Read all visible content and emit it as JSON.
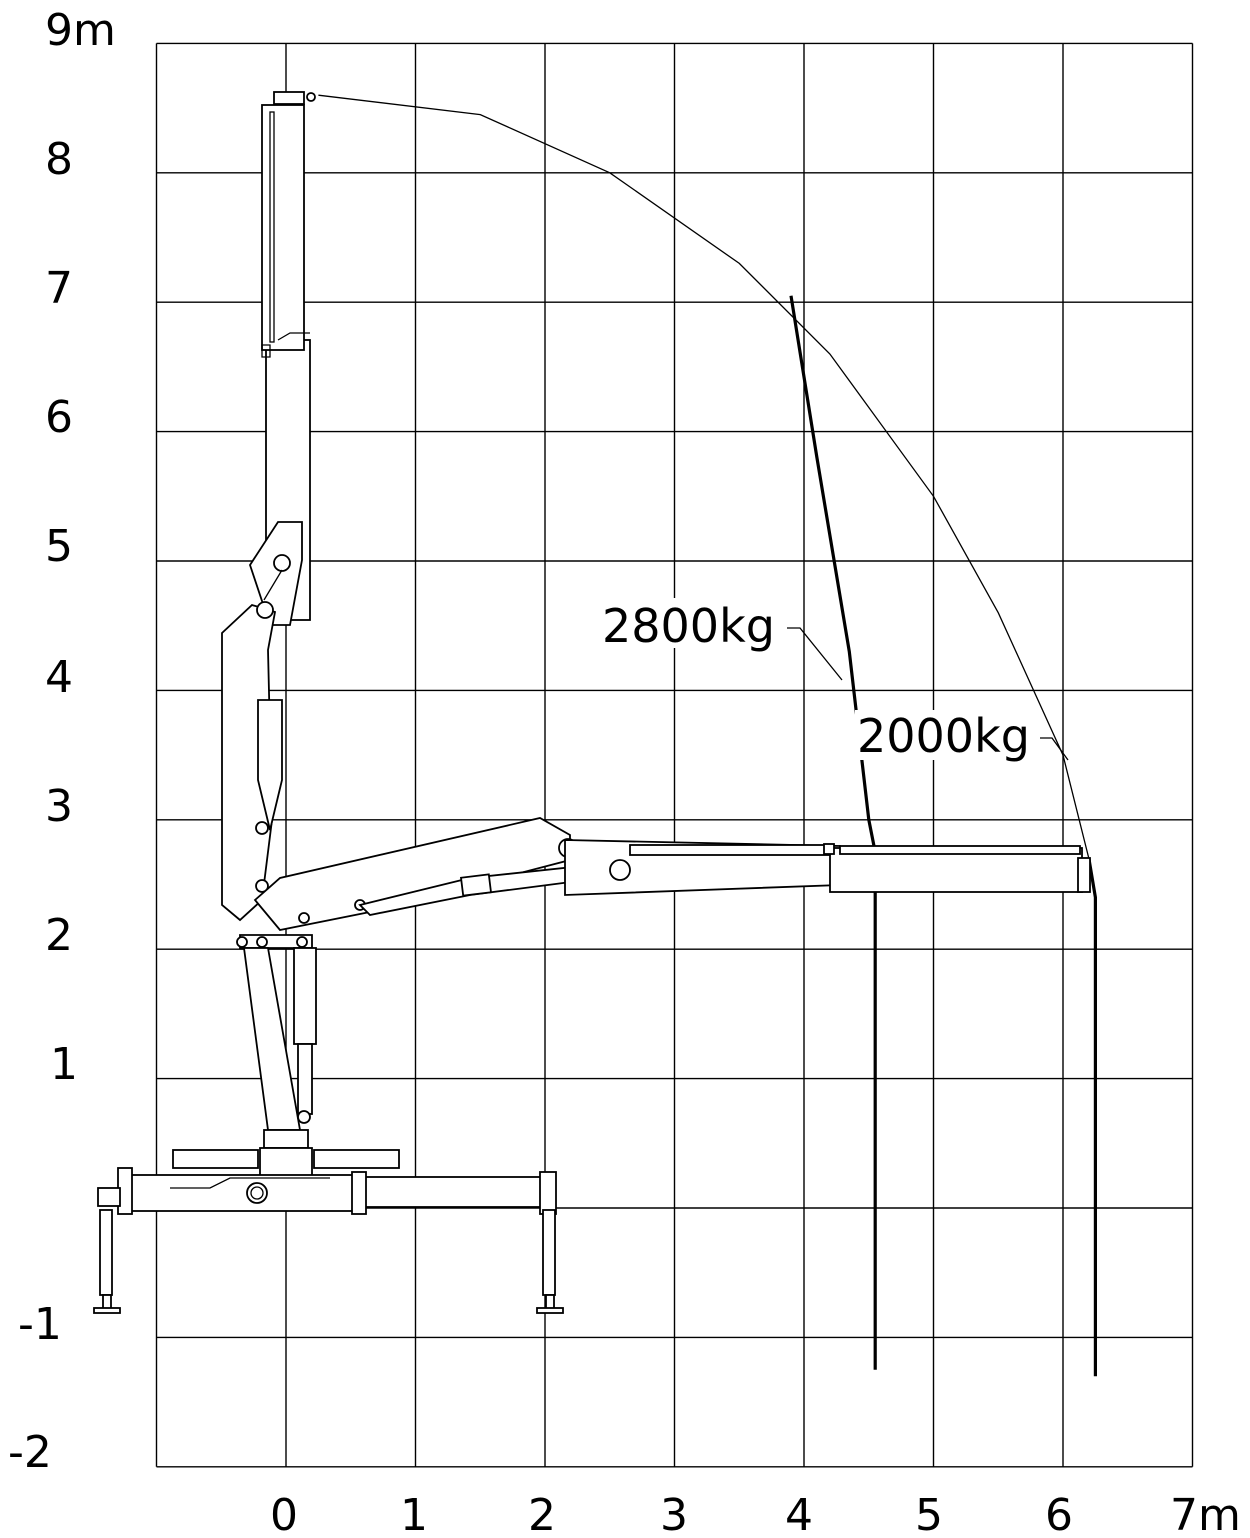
{
  "x_axis": {
    "ticks": [
      "0",
      "1",
      "2",
      "3",
      "4",
      "5",
      "6",
      "7m"
    ],
    "range": [
      -1,
      7
    ]
  },
  "y_axis": {
    "ticks": [
      "9m",
      "8",
      "7",
      "6",
      "5",
      "4",
      "3",
      "2",
      "1",
      "-1",
      "-2"
    ],
    "range": [
      -2,
      9
    ]
  },
  "grid": true,
  "load_labels": {
    "inner": "2800kg",
    "outer": "2000kg"
  },
  "curves": {
    "reach_arc": [
      [
        0.25,
        8.6
      ],
      [
        1.5,
        8.45
      ],
      [
        2.5,
        8.0
      ],
      [
        3.5,
        7.3
      ],
      [
        4.2,
        6.6
      ],
      [
        5.0,
        5.5
      ],
      [
        5.5,
        4.6
      ],
      [
        6.0,
        3.5
      ],
      [
        6.2,
        2.7
      ]
    ],
    "load_2800kg": [
      [
        3.9,
        7.05
      ],
      [
        4.1,
        5.8
      ],
      [
        4.35,
        4.3
      ],
      [
        4.5,
        3.0
      ],
      [
        4.55,
        2.75
      ],
      [
        4.55,
        -1.25
      ]
    ],
    "load_2000kg": [
      [
        6.2,
        2.7
      ],
      [
        6.25,
        2.4
      ],
      [
        6.25,
        -1.3
      ]
    ]
  }
}
